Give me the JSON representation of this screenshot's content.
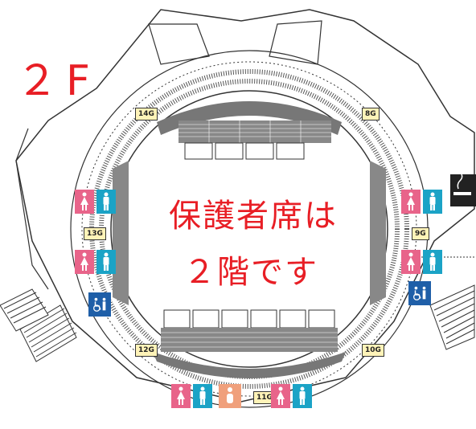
{
  "floor_label": "２F",
  "notice": {
    "line1": "保護者席は",
    "line2": "２階です"
  },
  "gates": {
    "g14": "14G",
    "g8": "8G",
    "g13": "13G",
    "g9": "9G",
    "g12": "12G",
    "g10": "10G",
    "g11": "11G"
  },
  "icons": {
    "women_restroom": "women-restroom-icon",
    "men_restroom": "men-restroom-icon",
    "accessible_restroom": "accessible-restroom-icon",
    "baby_room": "nursing-room-icon",
    "smoking_area": "smoking-area-icon"
  },
  "colors": {
    "notice_text": "#e81e25",
    "women": "#e8648a",
    "men": "#1ba3c6",
    "accessible": "#1f5fa8",
    "baby": "#f0a07c",
    "gate_fill": "#fff3b8"
  }
}
